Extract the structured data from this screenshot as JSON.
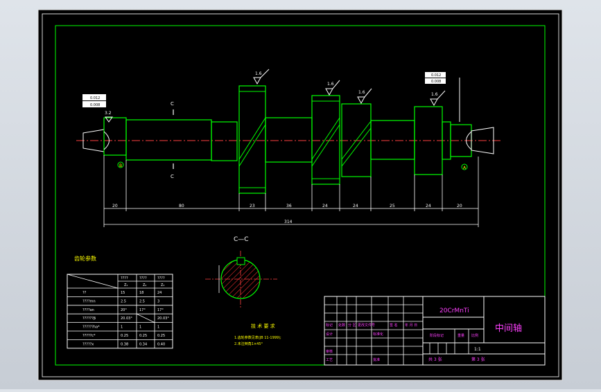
{
  "drawing": {
    "title": "中间轴",
    "material": "20CrMnTi",
    "scale": "1:1",
    "section_label_top": "C",
    "section_label_bottom": "C",
    "section_view_title": "C—C",
    "gear_params_title": "齿轮参数",
    "tech_req_title": "技 术 要 求",
    "tech_req_line1": "1.齿轮参数见表(JB 11-1999);",
    "tech_req_line2": "2.未注倒角1×45°",
    "roughness": "1.6",
    "roughness_small": "3.2",
    "tolerance_a": "0.012",
    "tolerance_b": "0.008",
    "datum_a": "A",
    "datum_b": "B",
    "dims": {
      "d1": "20",
      "d2": "80",
      "d3": "23",
      "d4": "36",
      "d5": "24",
      "d6": "24",
      "d7": "25",
      "d8": "24",
      "d9": "20",
      "overall": "314"
    },
    "gear_table": {
      "cols": [
        "Z₁",
        "Z₂",
        "Z₃"
      ],
      "group_heads": [
        "????",
        "????",
        "????"
      ],
      "rows": [
        [
          "??",
          "15",
          "18",
          "24"
        ],
        [
          "????mn",
          "2.5",
          "2.5",
          "3"
        ],
        [
          "????an",
          "20°",
          "17°",
          "17°"
        ],
        [
          "??????β",
          "20.03°",
          "",
          "20.03°"
        ],
        [
          "??????ha*",
          "1",
          "1",
          "1"
        ],
        [
          "?????c*",
          "0.25",
          "0.25",
          "0.25"
        ],
        [
          "?????x",
          "0.38",
          "0.34",
          "0.40"
        ]
      ]
    },
    "title_block": {
      "r1": [
        "标记",
        "处数",
        "分 区",
        "更改文件号",
        "签 名",
        "年 月 日"
      ],
      "r2": [
        "设计",
        "",
        "标准化",
        "",
        ""
      ],
      "r3": [
        "审核",
        "",
        "",
        "",
        ""
      ],
      "r4": [
        "工艺",
        "",
        "批准",
        "",
        ""
      ],
      "stage_label": "阶段标记",
      "weight_label": "重量",
      "scale_label": "比例",
      "sheet_left": "共 3 张",
      "sheet_right": "第 3 张"
    }
  }
}
